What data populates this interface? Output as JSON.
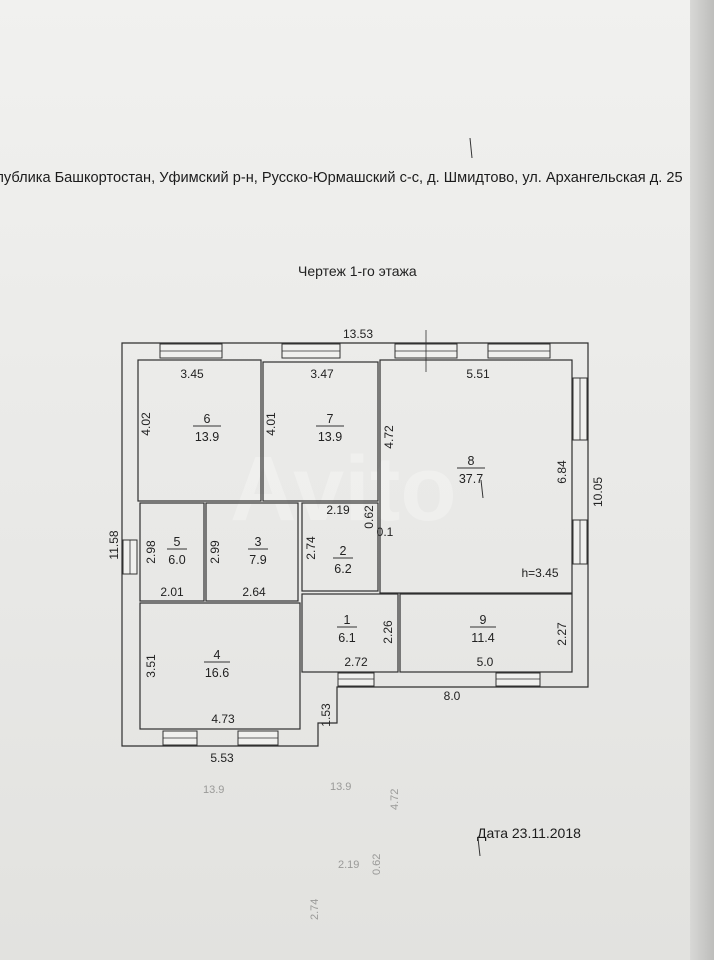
{
  "document": {
    "address": "публика Башкортостан, Уфимский р-н, Русско-Юрмашский с-с, д. Шмидтово, ул. Архангельская д. 25",
    "plan_title": "Чертеж 1-го этажа",
    "date": "Дата 23.11.2018",
    "watermark": "Avito"
  },
  "dimensions": {
    "overall_width": "13.53",
    "overall_height": "11.58",
    "right_height": "10.05",
    "bottom_right_width": "8.0",
    "bottom_left_width": "5.53",
    "step_height": "1.53",
    "ceiling_height": "h=3.45",
    "r6_width": "3.45",
    "r6_height": "4.02",
    "r7_width": "3.47",
    "r7_height": "4.01",
    "r8_width": "5.51",
    "r8_height_left": "4.72",
    "r8_height_right": "6.84",
    "r2_width": "2.19",
    "r2_height": "2.74",
    "wall_a": "0.62",
    "wall_b": "0.1",
    "r5_height": "2.98",
    "r5_width": "2.01",
    "r3_height": "2.99",
    "r3_width": "2.64",
    "r4_height": "3.51",
    "r4_width": "4.73",
    "r1_height": "2.26",
    "r1_width": "2.72",
    "r9_height": "2.27",
    "r9_width": "5.0"
  },
  "rooms": [
    {
      "num": "6",
      "area": "13.9"
    },
    {
      "num": "7",
      "area": "13.9"
    },
    {
      "num": "8",
      "area": "37.7"
    },
    {
      "num": "5",
      "area": "6.0"
    },
    {
      "num": "3",
      "area": "7.9"
    },
    {
      "num": "2",
      "area": "6.2"
    },
    {
      "num": "4",
      "area": "16.6"
    },
    {
      "num": "1",
      "area": "6.1"
    },
    {
      "num": "9",
      "area": "11.4"
    }
  ],
  "ghost_text": [
    "13.9",
    "4.72",
    "2.19",
    "0.62",
    "2.74"
  ]
}
